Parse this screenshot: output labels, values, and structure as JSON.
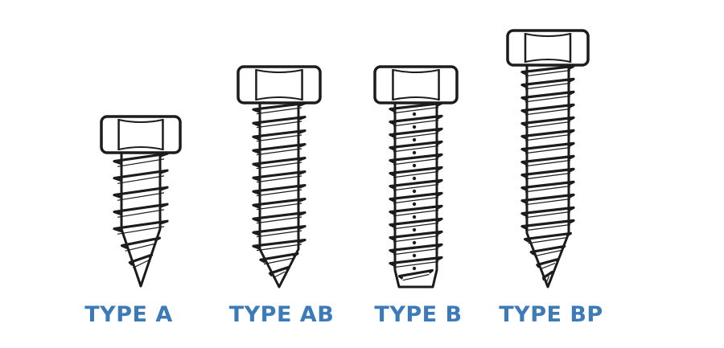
{
  "colors": {
    "label": "#3d7ab8",
    "outline": "#1c1c1c",
    "fill": "#ffffff",
    "background": "#ffffff"
  },
  "screws": [
    {
      "label": "TYPE A"
    },
    {
      "label": "TYPE AB"
    },
    {
      "label": "TYPE B"
    },
    {
      "label": "TYPE BP"
    }
  ]
}
